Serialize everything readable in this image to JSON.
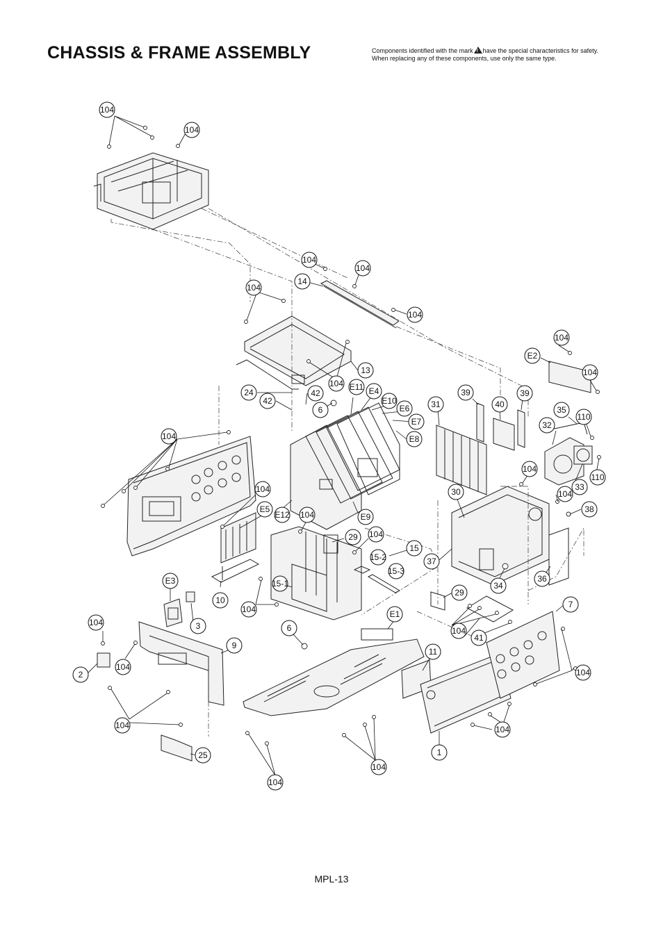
{
  "page": {
    "title": "CHASSIS & FRAME ASSEMBLY",
    "safety_note_line1_a": "Components identified with the mark",
    "safety_note_line1_b": "have the special characteristics for safety.",
    "safety_note_line2": "When replacing any of these components, use only the same type.",
    "page_number": "MPL-13"
  },
  "callouts": [
    {
      "id": "c104a",
      "text": "104"
    },
    {
      "id": "c104b",
      "text": "104"
    },
    {
      "id": "c104c",
      "text": "104"
    },
    {
      "id": "c104d",
      "text": "104"
    },
    {
      "id": "c14",
      "text": "14"
    },
    {
      "id": "c104e",
      "text": "104"
    },
    {
      "id": "c104f",
      "text": "104"
    },
    {
      "id": "c104g",
      "text": "104"
    },
    {
      "id": "cE2",
      "text": "E2"
    },
    {
      "id": "c104h",
      "text": "104"
    },
    {
      "id": "c13",
      "text": "13"
    },
    {
      "id": "c104i",
      "text": "104"
    },
    {
      "id": "cE11",
      "text": "E11"
    },
    {
      "id": "cE4",
      "text": "E4"
    },
    {
      "id": "c24",
      "text": "24"
    },
    {
      "id": "c42a",
      "text": "42"
    },
    {
      "id": "c42b",
      "text": "42"
    },
    {
      "id": "cE10",
      "text": "E10"
    },
    {
      "id": "cE6",
      "text": "E6"
    },
    {
      "id": "c6a",
      "text": "6"
    },
    {
      "id": "cE7",
      "text": "E7"
    },
    {
      "id": "cE8",
      "text": "E8"
    },
    {
      "id": "c39a",
      "text": "39"
    },
    {
      "id": "c40",
      "text": "40"
    },
    {
      "id": "c39b",
      "text": "39"
    },
    {
      "id": "c31",
      "text": "31"
    },
    {
      "id": "c35",
      "text": "35"
    },
    {
      "id": "c110a",
      "text": "110"
    },
    {
      "id": "c32",
      "text": "32"
    },
    {
      "id": "c33",
      "text": "33"
    },
    {
      "id": "c110b",
      "text": "110"
    },
    {
      "id": "c104j",
      "text": "104"
    },
    {
      "id": "c104k",
      "text": "104"
    },
    {
      "id": "c104l",
      "text": "104"
    },
    {
      "id": "c104m",
      "text": "104"
    },
    {
      "id": "c30",
      "text": "30"
    },
    {
      "id": "c38",
      "text": "38"
    },
    {
      "id": "cE5",
      "text": "E5"
    },
    {
      "id": "cE12",
      "text": "E12"
    },
    {
      "id": "c104n",
      "text": "104"
    },
    {
      "id": "cE9",
      "text": "E9"
    },
    {
      "id": "c29a",
      "text": "29"
    },
    {
      "id": "c104o",
      "text": "104"
    },
    {
      "id": "c15",
      "text": "15"
    },
    {
      "id": "c15-2",
      "text": "15-2"
    },
    {
      "id": "c37",
      "text": "37"
    },
    {
      "id": "c15-3",
      "text": "15-3"
    },
    {
      "id": "c36",
      "text": "36"
    },
    {
      "id": "c34",
      "text": "34"
    },
    {
      "id": "c15-1",
      "text": "15-1"
    },
    {
      "id": "cE3",
      "text": "E3"
    },
    {
      "id": "c10",
      "text": "10"
    },
    {
      "id": "c29b",
      "text": "29"
    },
    {
      "id": "c7",
      "text": "7"
    },
    {
      "id": "c104p",
      "text": "104"
    },
    {
      "id": "c3",
      "text": "3"
    },
    {
      "id": "c104q",
      "text": "104"
    },
    {
      "id": "cE1",
      "text": "E1"
    },
    {
      "id": "c6b",
      "text": "6"
    },
    {
      "id": "c104r",
      "text": "104"
    },
    {
      "id": "c41",
      "text": "41"
    },
    {
      "id": "c9",
      "text": "9"
    },
    {
      "id": "c11",
      "text": "11"
    },
    {
      "id": "c104s",
      "text": "104"
    },
    {
      "id": "c2",
      "text": "2"
    },
    {
      "id": "c104t",
      "text": "104"
    },
    {
      "id": "c104u",
      "text": "104"
    },
    {
      "id": "c104v",
      "text": "104"
    },
    {
      "id": "c1",
      "text": "1"
    },
    {
      "id": "c25",
      "text": "25"
    },
    {
      "id": "c104w",
      "text": "104"
    },
    {
      "id": "c104x",
      "text": "104"
    }
  ]
}
